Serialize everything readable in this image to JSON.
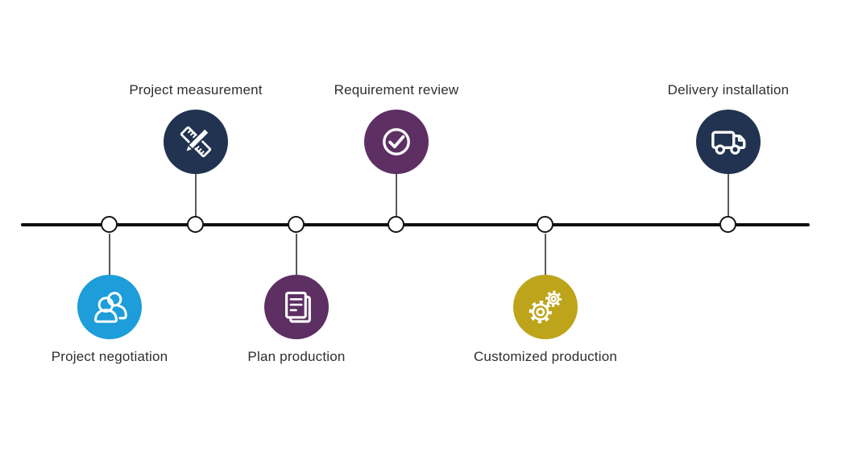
{
  "diagram": {
    "type": "process-timeline",
    "background": "#ffffff",
    "axis_color": "#0e0e0e",
    "node_fill": "#ffffff",
    "node_border": "#141414",
    "connector_color": "#5a5a5a",
    "label_color": "#2e2e2e",
    "steps": [
      {
        "order": 1,
        "label": "Project negotiation",
        "icon": "people-icon",
        "color": "#1d9dd9",
        "position": "below"
      },
      {
        "order": 2,
        "label": "Project measurement",
        "icon": "ruler-pencil-icon",
        "color": "#213350",
        "position": "above"
      },
      {
        "order": 3,
        "label": "Plan production",
        "icon": "document-icon",
        "color": "#5d2f63",
        "position": "below"
      },
      {
        "order": 4,
        "label": "Requirement review",
        "icon": "check-circle-icon",
        "color": "#5d2f63",
        "position": "above"
      },
      {
        "order": 5,
        "label": "Customized production",
        "icon": "gears-icon",
        "color": "#bda41b",
        "position": "below"
      },
      {
        "order": 6,
        "label": "Delivery installation",
        "icon": "truck-icon",
        "color": "#213350",
        "position": "above"
      }
    ]
  }
}
